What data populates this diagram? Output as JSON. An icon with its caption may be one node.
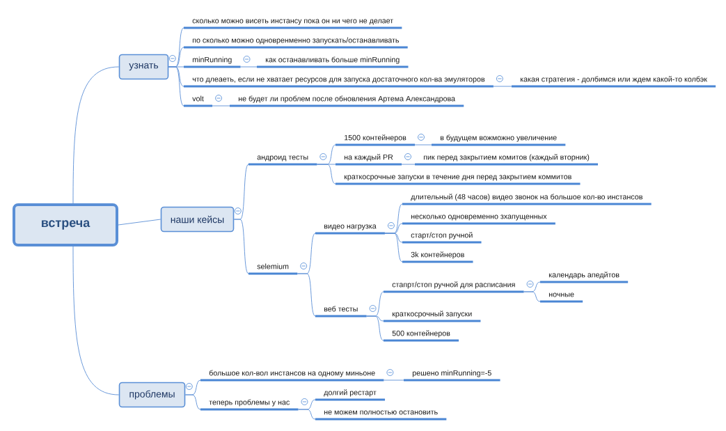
{
  "diagram": {
    "nodes": [
      {
        "text": [
          "встреча"
        ]
      },
      {
        "text": [
          "узнать"
        ]
      },
      {
        "text": [
          "сколько можно висеть инстансу пока он ни чего не делает"
        ]
      },
      {
        "text": [
          "по сколько можно одновренменно запускать/останавливать"
        ]
      },
      {
        "text": [
          "minRunning"
        ]
      },
      {
        "text": [
          "как останавливать больше minRunning"
        ]
      },
      {
        "text": [
          "что длеаеть, если не хватает ресурсов для запуска достаточного кол-ва эмуляторов"
        ]
      },
      {
        "text": [
          "какая стратегия - долбимся или ждем какой-то колбэк"
        ]
      },
      {
        "text": [
          "volt"
        ]
      },
      {
        "text": [
          "не будет ли проблем после обновления Артема Александрова"
        ]
      },
      {
        "text": [
          "наши кейсы"
        ]
      },
      {
        "text": [
          "андроид тесты"
        ]
      },
      {
        "text": [
          "1500 контейнеров"
        ]
      },
      {
        "text": [
          "в будущем вожможно увеличение"
        ]
      },
      {
        "text": [
          "на каждый PR"
        ]
      },
      {
        "text": [
          "пик перед закрытием комитов (каждый вторник)"
        ]
      },
      {
        "text": [
          "краткосрочные запуски в течение дня перед закрытием коммитов"
        ]
      },
      {
        "text": [
          "selemium"
        ]
      },
      {
        "text": [
          "видео нагрузка"
        ]
      },
      {
        "text": [
          "длительный (48 часов) видео звонок на большое кол-во инстансов"
        ]
      },
      {
        "text": [
          "несколько одновременно зхапущенных"
        ]
      },
      {
        "text": [
          "старт/стоп ручной"
        ]
      },
      {
        "text": [
          "3k контейнеров"
        ]
      },
      {
        "text": [
          "веб тесты"
        ]
      },
      {
        "text": [
          "стапрт/стоп ручной для расписания"
        ]
      },
      {
        "text": [
          "календарь апедйтов"
        ]
      },
      {
        "text": [
          "ночные"
        ]
      },
      {
        "text": [
          "краткосрочный запуски"
        ]
      },
      {
        "text": [
          "500 контейнеров"
        ]
      },
      {
        "text": [
          "проблемы"
        ]
      },
      {
        "text": [
          "большое кол-вол инстансов на одному миньоне"
        ]
      },
      {
        "text": [
          "решено minRunning=-5"
        ]
      },
      {
        "text": [
          "теперь проблемы у нас"
        ]
      },
      {
        "text": [
          "долгий рестарт"
        ]
      },
      {
        "text": [
          "не можем полностью остановить"
        ]
      }
    ],
    "edges": [
      {
        "from": 0,
        "to": 1,
        "arrow": "none"
      },
      {
        "from": 1,
        "to": 2,
        "arrow": "none"
      },
      {
        "from": 1,
        "to": 3,
        "arrow": "none"
      },
      {
        "from": 1,
        "to": 4,
        "arrow": "none"
      },
      {
        "from": 4,
        "to": 5,
        "arrow": "none"
      },
      {
        "from": 1,
        "to": 6,
        "arrow": "none"
      },
      {
        "from": 6,
        "to": 7,
        "arrow": "none"
      },
      {
        "from": 1,
        "to": 8,
        "arrow": "none"
      },
      {
        "from": 8,
        "to": 9,
        "arrow": "none"
      },
      {
        "from": 0,
        "to": 10,
        "arrow": "none"
      },
      {
        "from": 10,
        "to": 11,
        "arrow": "none"
      },
      {
        "from": 11,
        "to": 12,
        "arrow": "none"
      },
      {
        "from": 12,
        "to": 13,
        "arrow": "none"
      },
      {
        "from": 11,
        "to": 14,
        "arrow": "none"
      },
      {
        "from": 14,
        "to": 15,
        "arrow": "none"
      },
      {
        "from": 11,
        "to": 16,
        "arrow": "none"
      },
      {
        "from": 10,
        "to": 17,
        "arrow": "none"
      },
      {
        "from": 17,
        "to": 18,
        "arrow": "none"
      },
      {
        "from": 18,
        "to": 19,
        "arrow": "none"
      },
      {
        "from": 18,
        "to": 20,
        "arrow": "none"
      },
      {
        "from": 18,
        "to": 21,
        "arrow": "none"
      },
      {
        "from": 18,
        "to": 22,
        "arrow": "none"
      },
      {
        "from": 17,
        "to": 23,
        "arrow": "none"
      },
      {
        "from": 23,
        "to": 24,
        "arrow": "none"
      },
      {
        "from": 24,
        "to": 25,
        "arrow": "none"
      },
      {
        "from": 24,
        "to": 26,
        "arrow": "none"
      },
      {
        "from": 23,
        "to": 27,
        "arrow": "none"
      },
      {
        "from": 23,
        "to": 28,
        "arrow": "none"
      },
      {
        "from": 0,
        "to": 29,
        "arrow": "none"
      },
      {
        "from": 29,
        "to": 30,
        "arrow": "none"
      },
      {
        "from": 30,
        "to": 31,
        "arrow": "none"
      },
      {
        "from": 29,
        "to": 32,
        "arrow": "none"
      },
      {
        "from": 32,
        "to": 33,
        "arrow": "none"
      },
      {
        "from": 32,
        "to": 34,
        "arrow": "none"
      }
    ]
  }
}
